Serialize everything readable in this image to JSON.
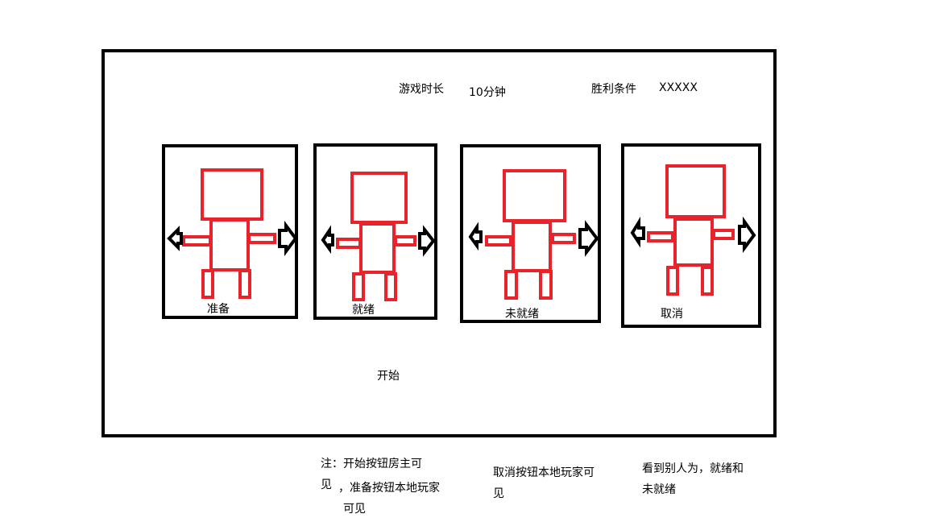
{
  "settings": {
    "duration_label": "游戏时长",
    "duration_value": "10分钟",
    "victory_label": "胜利条件",
    "victory_value": "XXXXX"
  },
  "players": [
    {
      "status": "准备"
    },
    {
      "status": "就绪"
    },
    {
      "status": "未就绪"
    },
    {
      "status": "取消"
    }
  ],
  "start_label": "开始",
  "notes": {
    "note1_line1": "注：开始按钮房主可",
    "note1_line2": "见",
    "note1_line3": "，准备按钮本地玩家",
    "note1_line4": "可见",
    "note2_line1": "取消按钮本地玩家可",
    "note2_line2": "见",
    "note3_line1": "看到别人为，就绪和",
    "note3_line2": "未就绪"
  },
  "colors": {
    "figure": "#e8232b",
    "border": "#000000"
  }
}
